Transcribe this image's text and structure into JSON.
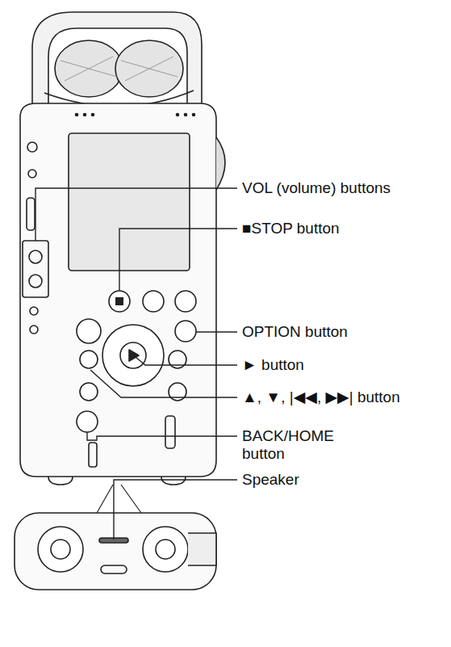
{
  "diagram": {
    "labels": [
      "VOL (volume) buttons",
      "■STOP button",
      "OPTION button",
      "► button",
      "▲, ▼, |◀◀, ▶▶| button",
      "BACK/HOME button",
      "Speaker"
    ]
  }
}
